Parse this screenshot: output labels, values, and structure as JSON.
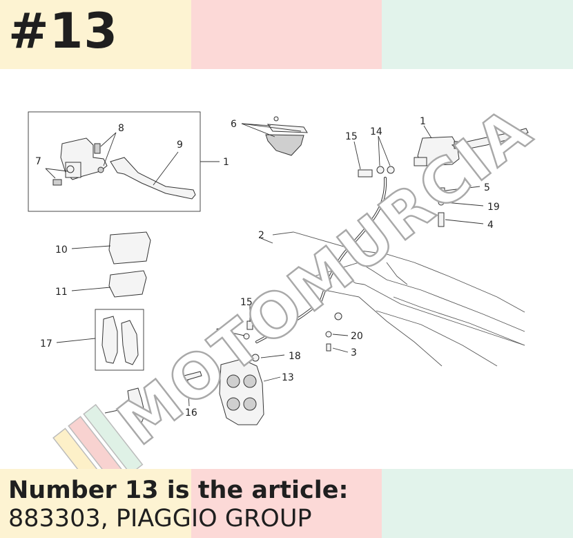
{
  "header": {
    "title": "#13"
  },
  "caption": {
    "line1": "Number 13 is the article:",
    "line2": "883303, PIAGGIO GROUP"
  },
  "watermark": {
    "text": "MOTOMURCIA"
  },
  "colors": {
    "band_yellow": "#fdf3d2",
    "band_pink": "#fcd9d7",
    "band_green": "#e2f3eb",
    "text": "#1f1f1f"
  },
  "diagram": {
    "callouts": [
      "1",
      "1",
      "2",
      "3",
      "4",
      "5",
      "6",
      "7",
      "8",
      "9",
      "10",
      "11",
      "12",
      "13",
      "14",
      "14",
      "15",
      "15",
      "16",
      "17",
      "18",
      "19",
      "20"
    ]
  }
}
